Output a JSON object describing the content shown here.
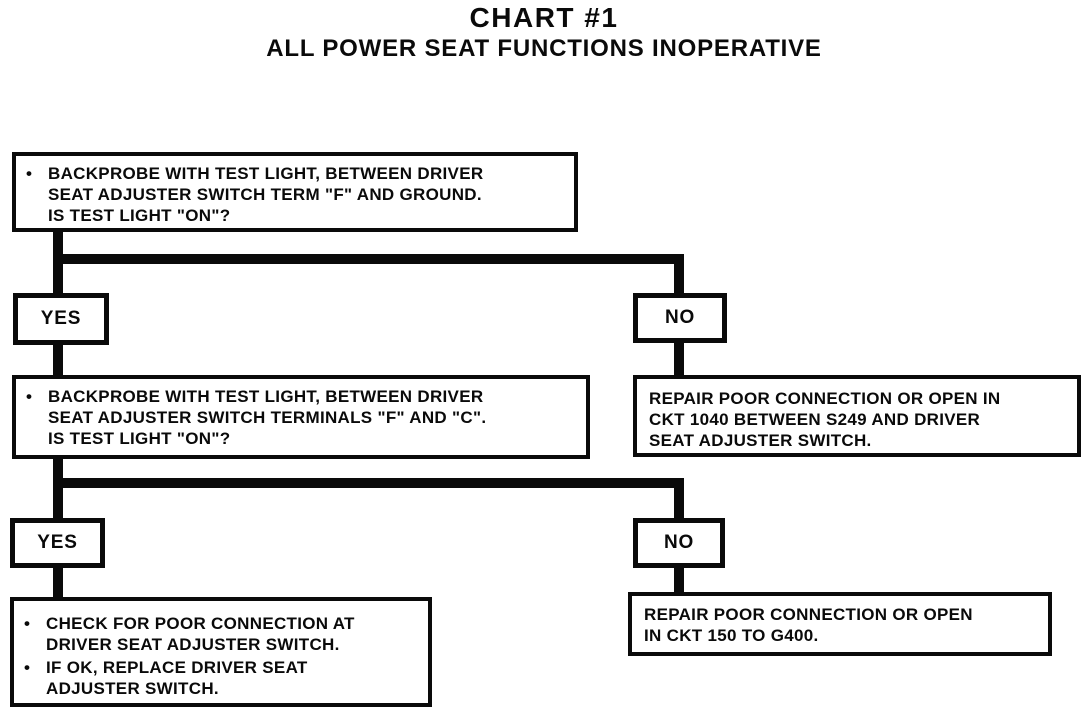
{
  "header": {
    "title": "CHART #1",
    "subtitle": "ALL POWER SEAT FUNCTIONS INOPERATIVE"
  },
  "decision_labels": {
    "yes": "YES",
    "no": "NO"
  },
  "bullet_char": "•",
  "nodes": {
    "step1": {
      "text": "BACKPROBE WITH TEST LIGHT, BETWEEN DRIVER\nSEAT ADJUSTER SWITCH TERM \"F\" AND GROUND.\nIS TEST LIGHT \"ON\"?"
    },
    "step2": {
      "text": "BACKPROBE WITH TEST LIGHT, BETWEEN DRIVER\nSEAT ADJUSTER SWITCH TERMINALS \"F\" AND \"C\".\nIS TEST LIGHT \"ON\"?"
    },
    "repair_ckt1040": {
      "text": "REPAIR POOR CONNECTION OR OPEN IN\nCKT 1040 BETWEEN S249 AND DRIVER\nSEAT ADJUSTER SWITCH."
    },
    "action": {
      "bullets": [
        "CHECK FOR POOR CONNECTION AT\nDRIVER SEAT ADJUSTER SWITCH.",
        "IF OK, REPLACE DRIVER SEAT\nADJUSTER SWITCH."
      ]
    },
    "repair_ckt150": {
      "text": "REPAIR POOR CONNECTION OR OPEN\nIN CKT 150 TO G400."
    }
  },
  "colors": {
    "ink": "#0a0a0a",
    "paper": "#ffffff"
  }
}
